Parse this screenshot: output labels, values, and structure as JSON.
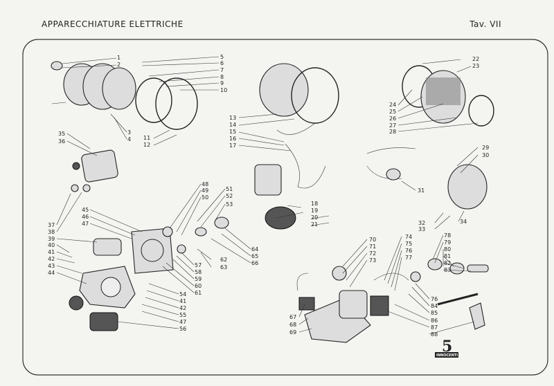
{
  "header": {
    "title": "APPARECCHIATURE ELETTRICHE",
    "plate": "Tav. VII"
  },
  "brand": {
    "logo_text": "INNOCENTI",
    "logo_digit": "5"
  },
  "callouts": [
    "1",
    "2",
    "3",
    "4",
    "5",
    "6",
    "7",
    "8",
    "9",
    "10",
    "11",
    "12",
    "13",
    "14",
    "15",
    "16",
    "17",
    "18",
    "19",
    "20",
    "21",
    "22",
    "23",
    "24",
    "25",
    "26",
    "27",
    "28",
    "29",
    "30",
    "31",
    "32",
    "33",
    "34",
    "35",
    "36",
    "37",
    "38",
    "39",
    "40",
    "41",
    "42",
    "43",
    "44",
    "45",
    "46",
    "47",
    "48",
    "49",
    "50",
    "51",
    "52",
    "53",
    "54",
    "55",
    "56",
    "57",
    "58",
    "59",
    "60",
    "61",
    "62",
    "63",
    "64",
    "65",
    "66",
    "67",
    "68",
    "69",
    "70",
    "71",
    "72",
    "73",
    "74",
    "75",
    "76",
    "77",
    "78",
    "79",
    "80",
    "81",
    "82",
    "83",
    "84",
    "85",
    "86",
    "87",
    "88",
    "41",
    "42",
    "47",
    "76"
  ]
}
